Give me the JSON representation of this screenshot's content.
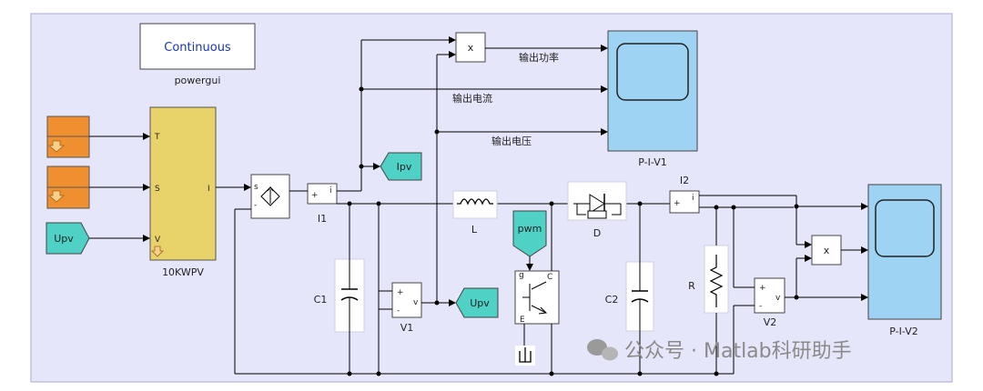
{
  "powergui": {
    "mode": "Continuous",
    "label": "powergui"
  },
  "pv": {
    "label": "10KWPV",
    "ports": [
      "T",
      "S",
      "V",
      "I"
    ]
  },
  "tags": {
    "upv_in": "Upv",
    "ipv": "Ipv",
    "upv_out": "Upv",
    "pwm": "pwm"
  },
  "blocks": {
    "i1": "I1",
    "v1": "V1",
    "inductor": "L",
    "diode": "D",
    "c1": "C1",
    "c2": "C2",
    "resistor": "R",
    "i2": "I2",
    "v2": "V2",
    "mult": "x",
    "igbt_g": "g",
    "igbt_c": "C",
    "igbt_e": "E"
  },
  "scopes": {
    "scope1": "P-I-V1",
    "scope2": "P-I-V2"
  },
  "signals": {
    "power": "输出功率",
    "current": "输出电流",
    "voltage": "输出电压"
  },
  "meter_ports": {
    "plus": "+",
    "minus": "-",
    "i": "i",
    "v": "v"
  },
  "watermark": "公众号 · Matlab科研助手",
  "colors": {
    "panel": "#e6e6fb",
    "wire": "#000000",
    "scope": "#9fd3f4",
    "tag": "#4fd1c5",
    "pv": "#e8d36a",
    "source": "#ef8f2f"
  }
}
